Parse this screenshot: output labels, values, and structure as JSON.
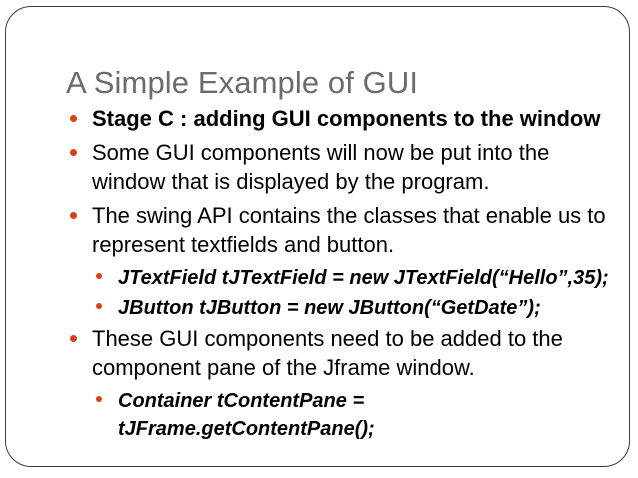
{
  "slide": {
    "title": "A Simple Example of GUI",
    "title_color": "#6b6b6b",
    "background_color": "#ffffff",
    "border_color": "#3a3a42",
    "bullet_color": "#d6401a",
    "body_text_color": "#000000",
    "bullets": [
      {
        "level": 1,
        "bold": true,
        "text": "Stage C : adding GUI components to the window"
      },
      {
        "level": 1,
        "bold": false,
        "text": "Some GUI components will now be put into the window that is displayed by the program."
      },
      {
        "level": 1,
        "bold": false,
        "text": "The swing API contains the classes that enable us to represent textfields and button."
      },
      {
        "level": 2,
        "bold": true,
        "text": "JTextField tJTextField = new JTextField(“Hello”,35);"
      },
      {
        "level": 2,
        "bold": true,
        "text": "JButton tJButton = new JButton(“GetDate”);"
      },
      {
        "level": 1,
        "bold": false,
        "text": "These GUI components need to be added to the component pane of the Jframe window."
      },
      {
        "level": 2,
        "bold": true,
        "text": "Container  tContentPane = tJFrame.getContentPane();"
      }
    ]
  }
}
